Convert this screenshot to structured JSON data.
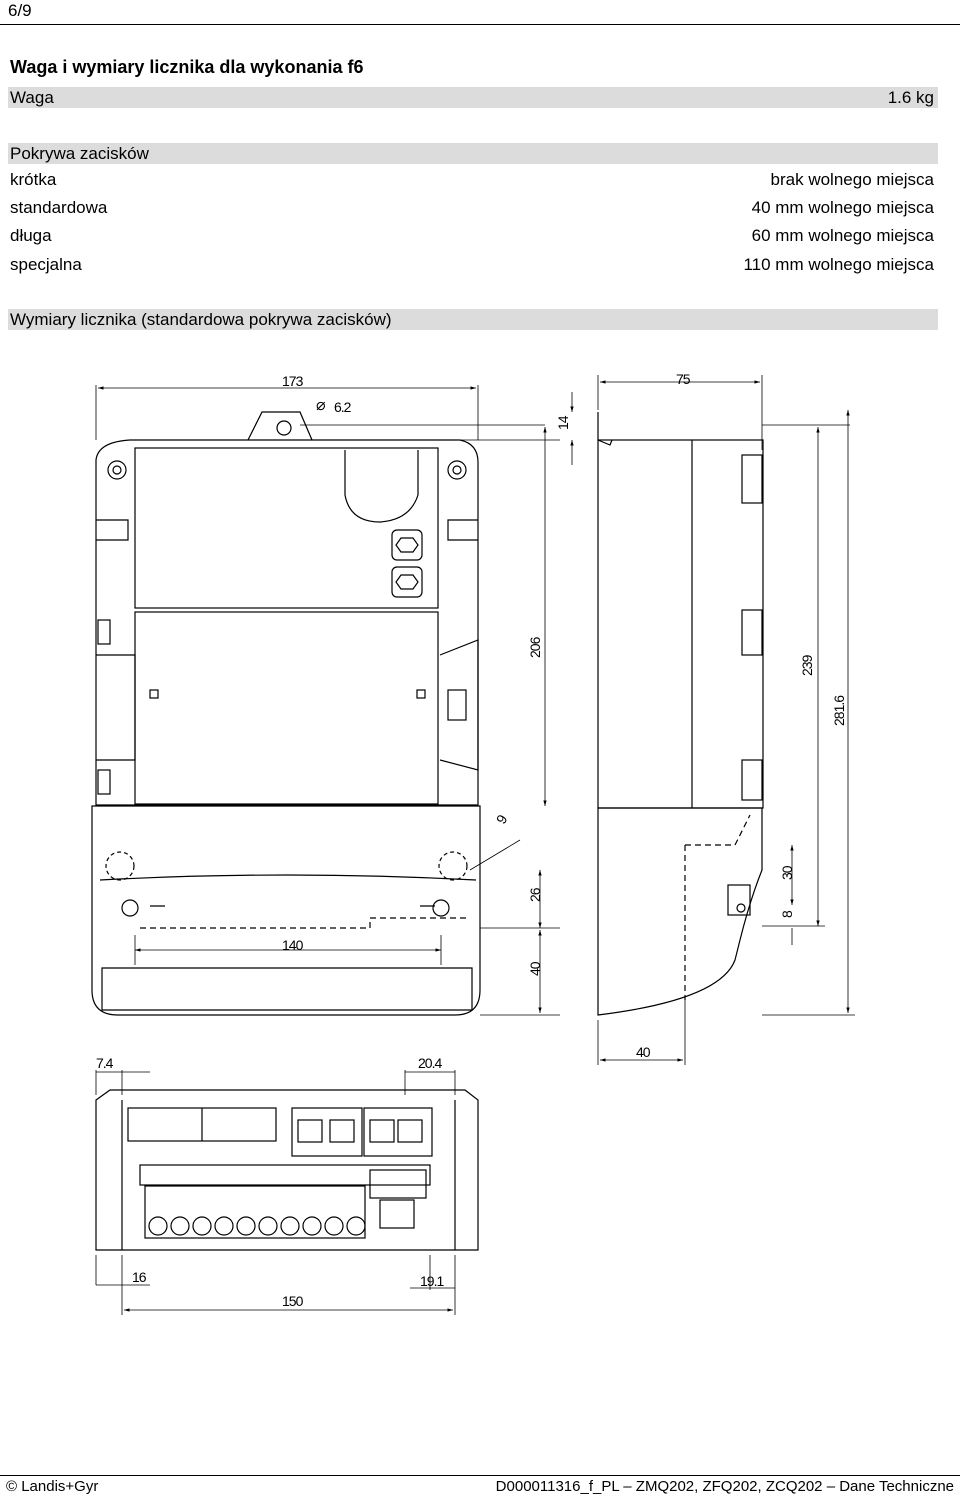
{
  "page_number": "6/9",
  "title": "Waga i wymiary licznika dla wykonania f6",
  "weight": {
    "label": "Waga",
    "value": "1.6 kg"
  },
  "cover": {
    "heading": "Pokrywa zacisków",
    "rows": [
      {
        "label": "krótka",
        "value": "brak wolnego miejsca"
      },
      {
        "label": "standardowa",
        "value": "40 mm wolnego miejsca"
      },
      {
        "label": "długa",
        "value": "60 mm wolnego miejsca"
      },
      {
        "label": "specjalna",
        "value": "110 mm wolnego miejsca"
      }
    ]
  },
  "dimensions_heading": "Wymiary licznika (standardowa pokrywa zacisków)",
  "drawing": {
    "dims": {
      "width_top": "173",
      "hole_dia": "6.2",
      "top_offset": "14",
      "depth": "75",
      "height_206": "206",
      "height_239": "239",
      "height_281": "281.6",
      "diag_9": "9",
      "h26": "26",
      "h40": "40",
      "h30": "30",
      "h8": "8",
      "w140": "140",
      "depth40": "40",
      "w7_4": "7.4",
      "w20_4": "20.4",
      "w16": "16",
      "w19_1": "19.1",
      "w150": "150"
    }
  },
  "footer": {
    "left": "© Landis+Gyr",
    "right": "D000011316_f_PL – ZMQ202, ZFQ202, ZCQ202 – Dane Techniczne"
  }
}
